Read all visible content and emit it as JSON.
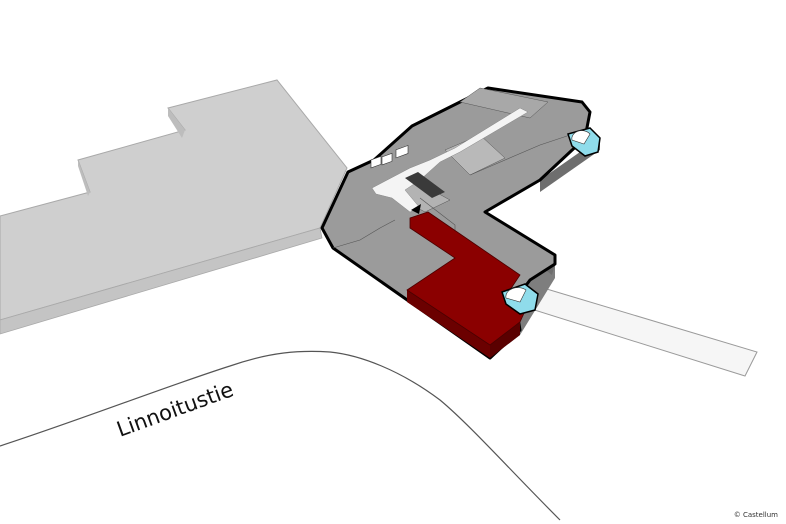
{
  "diagram": {
    "type": "isometric floor plan",
    "street": {
      "name": "Linnoitustie"
    },
    "copyright": "© Castellum",
    "colors": {
      "background": "#ffffff",
      "neighbor_building": "#cfcfcf",
      "neighbor_edge": "#a9a9a9",
      "floor_gray": "#9b9b9b",
      "floor_side": "#7e7e7e",
      "light_room": "#b9b9b9",
      "corridor": "#f4f4f4",
      "highlight_unit": "#8b0000",
      "highlight_side": "#6b0000",
      "stair_glass": "#8fdceb",
      "outline": "#000000"
    },
    "elements": {
      "neighbor_building": "Adjacent building (gray block)",
      "main_building": "L-shaped building floor plan",
      "highlighted_unit": "Available premises (red)",
      "entrance_marker": "Entrance arrow",
      "stairwells": [
        "Stairwell north-east",
        "Stairwell south-east"
      ],
      "walkway": "Pedestrian walkway",
      "road": "Road outline"
    }
  }
}
